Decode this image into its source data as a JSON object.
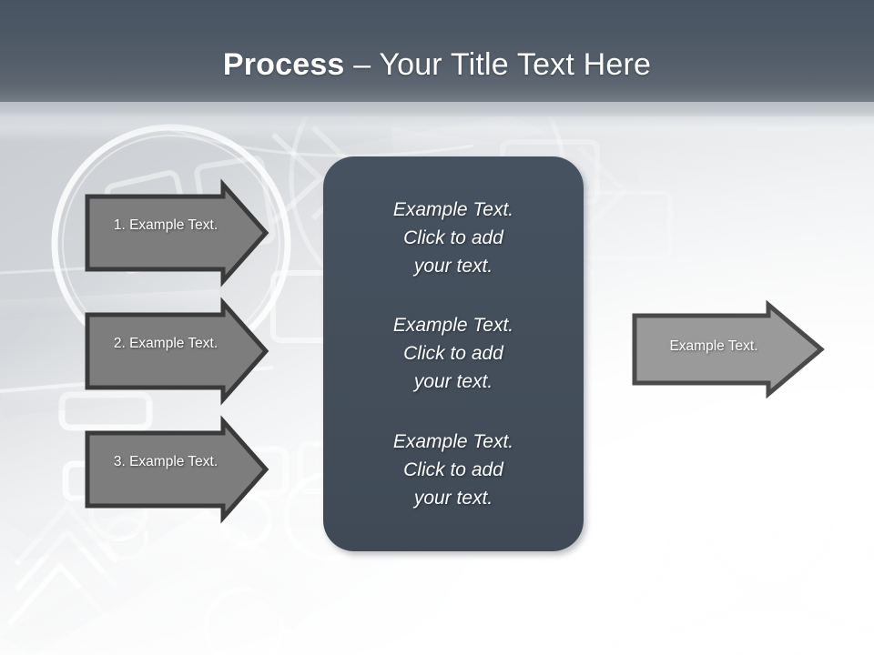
{
  "slide": {
    "title_strong": "Process",
    "title_rest": " – Your Title Text Here",
    "background_color": "#fbfbfc",
    "header_color": "#495462",
    "panel_color": "#444f5a",
    "arrow_fill": "#7d7d7d",
    "arrow_border": "#3a3a3a",
    "result_arrow_fill": "#9a9a9a"
  },
  "steps": [
    {
      "label": "1. Example Text."
    },
    {
      "label": "2. Example Text."
    },
    {
      "label": "3. Example Text."
    }
  ],
  "panel": {
    "blocks": [
      {
        "text": "Example Text.\nClick  to add\nyour text."
      },
      {
        "text": "Example Text.\nClick  to add\nyour text."
      },
      {
        "text": "Example Text.\nClick  to add\nyour text."
      }
    ]
  },
  "result": {
    "label": "Example Text."
  }
}
